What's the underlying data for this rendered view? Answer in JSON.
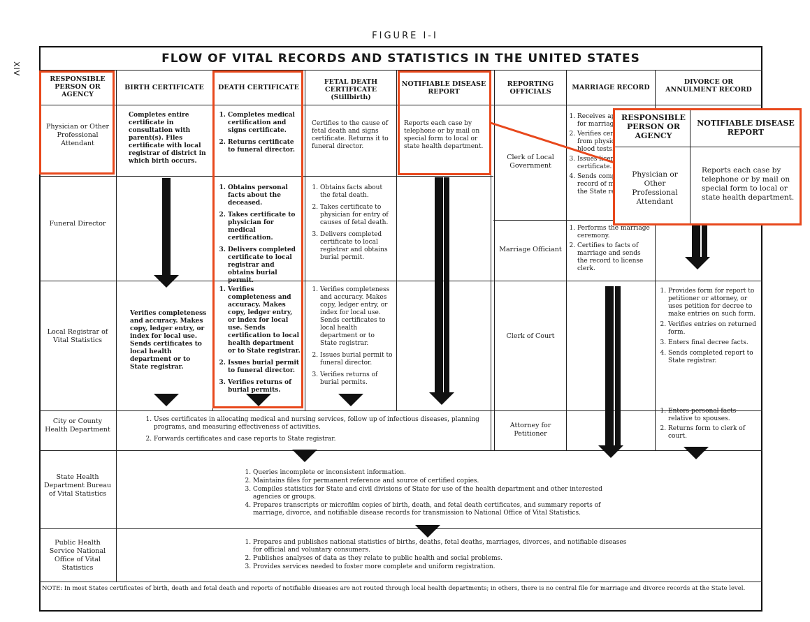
{
  "figure_label": "FIGURE I-I",
  "page_number": "XIV",
  "title": "FLOW OF VITAL RECORDS AND STATISTICS IN THE UNITED STATES",
  "colors": {
    "highlight": "#e8481c",
    "line": "#222222",
    "arrow": "#111111"
  },
  "headers": {
    "agency": "RESPONSIBLE PERSON OR AGENCY",
    "birth": "BIRTH CERTIFICATE",
    "death": "DEATH CERTIFICATE",
    "fetal": "FETAL DEATH CERTIFICATE (Stillbirth)",
    "disease": "NOTIFIABLE DISEASE REPORT",
    "reporting": "REPORTING OFFICIALS",
    "marriage": "MARRIAGE RECORD",
    "divorce": "DIVORCE OR ANNULMENT RECORD"
  },
  "rows": {
    "physician": "Physician or Other Professional Attendant",
    "funeral": "Funeral Director",
    "local_registrar": "Local Registrar of Vital Statistics",
    "city_county": "City or County Health Department",
    "state": "State Health Department Bureau of Vital Statistics",
    "phs": "Public Health Service National Office of Vital Statistics"
  },
  "cells": {
    "birth_physician": "Completes entire certificate in consultation with parent(s). Files certificate with local registrar of district in which birth occurs.",
    "death_physician": [
      "Completes medical certification and signs certificate.",
      "Returns certificate to funeral director."
    ],
    "fetal_physician": "Certifies to the cause of fetal death and signs certificate. Returns it to funeral director.",
    "disease_physician": "Reports each case by telephone or by mail on special form to local or state health department.",
    "death_funeral": [
      "Obtains personal facts about the deceased.",
      "Takes certificate to physician for medical certification.",
      "Delivers completed certificate to local registrar and obtains burial permit."
    ],
    "fetal_funeral": [
      "Obtains facts about the fetal death.",
      "Takes certificate to physician for entry of causes of fetal death.",
      "Delivers completed certificate to local registrar and obtains burial permit."
    ],
    "birth_local": "Verifies completeness and accuracy. Makes copy, ledger entry, or index for local use. Sends certificates to local health department or to State registrar.",
    "death_local": [
      "Verifies completeness and accuracy. Makes copy, ledger entry, or index for local use. Sends certification to local health department or to State registrar.",
      "Issues burial permit to funeral director.",
      "Verifies returns of burial permits."
    ],
    "fetal_local": [
      "Verifies completeness and accuracy. Makes copy, ledger entry, or index for local use. Sends certificates to local health department or to State registrar.",
      "Issues burial permit to funeral director.",
      "Verifies returns of burial permits."
    ],
    "city_county": [
      "Uses certificates in allocating medical and nursing services, follow up of infectious diseases, planning programs, and measuring effectiveness of activities.",
      "Forwards certificates and case reports to State registrar."
    ],
    "state": [
      "Queries incomplete or inconsistent information.",
      "Maintains files for permanent reference and source of certified copies.",
      "Compiles statistics for State and civil divisions of State for use of the health department and other interested agencies or groups.",
      "Prepares transcripts or microfilm copies of birth, death, and fetal death certificates, and summary reports of marriage, divorce, and notifiable disease records for transmission to National Office of Vital Statistics."
    ],
    "phs": [
      "Prepares and publishes national statistics of births, deaths, fetal deaths, marriages, divorces, and notifiable diseases for official and voluntary consumers.",
      "Publishes analyses of data as they relate to public health and social problems.",
      "Provides services needed to foster more complete and uniform registration."
    ]
  },
  "reporting": {
    "clerk_local_gov": "Clerk of Local Government",
    "marriage_officiant": "Marriage Officiant",
    "clerk_court": "Clerk of Court",
    "attorney": "Attorney for Petitioner"
  },
  "marriage": {
    "clerk_local": [
      "Receives application for marriage license.",
      "Verifies certificates from physician of blood tests.",
      "Issues license and certificate.",
      "Sends completed record of marriage to the State registrar."
    ],
    "officiant": [
      "Performs the marriage ceremony.",
      "Certifies to facts of marriage and sends the record to license clerk."
    ]
  },
  "divorce": {
    "clerk_court": [
      "Provides form for report to petitioner or attorney, or uses petition for decree to make entries on such form.",
      "Verifies entries on returned form.",
      "Enters final decree facts.",
      "Sends completed report to State registrar."
    ],
    "attorney": [
      "Enters personal facts relative to spouses.",
      "Returns form to clerk of court."
    ]
  },
  "note": "NOTE: In most States certificates of birth, death and fetal death and reports of notifiable diseases are not routed through local health departments; in others, there is no central file for marriage and divorce records at the State level.",
  "zoom": {
    "header_agency": "RESPONSIBLE PERSON OR AGENCY",
    "header_disease": "NOTIFIABLE DISEASE REPORT",
    "agency": "Physician or Other Professional Attendant",
    "disease": "Reports each case by telephone or by mail on special form to local or state health department."
  }
}
